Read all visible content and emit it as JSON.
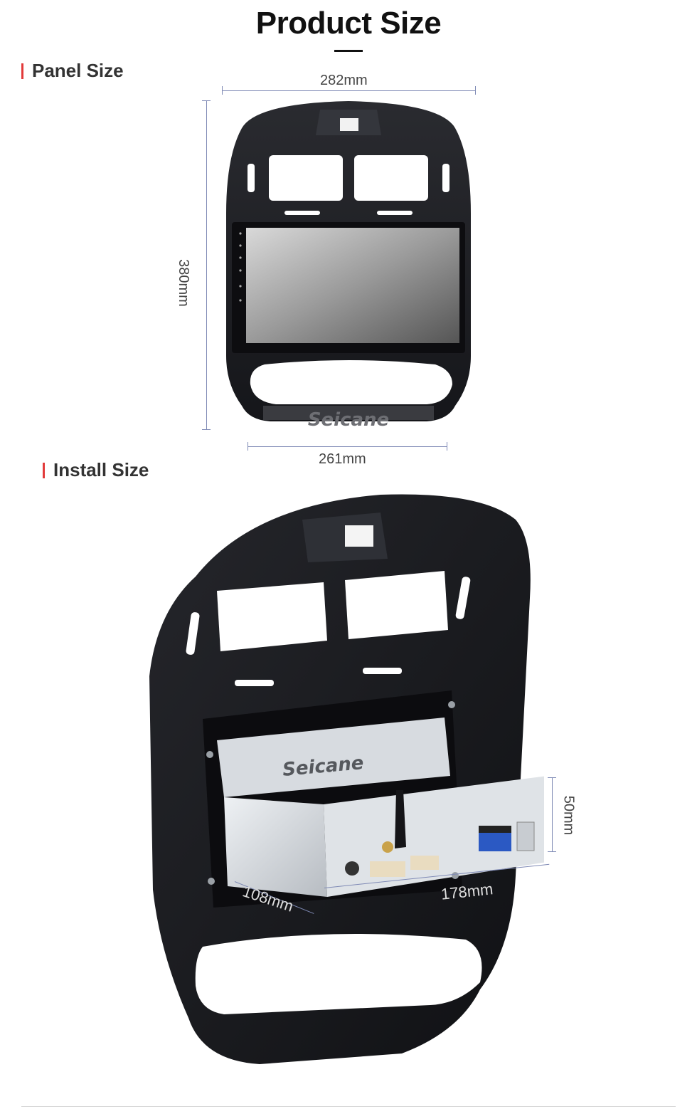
{
  "title": "Product Size",
  "sections": {
    "panel": {
      "label": "Panel Size"
    },
    "install": {
      "label": "Install Size"
    }
  },
  "dimensions": {
    "panel_width_top": "282mm",
    "panel_height": "380mm",
    "panel_width_bottom": "261mm",
    "unit_height": "50mm",
    "unit_width": "178mm",
    "unit_depth": "108mm"
  },
  "brand": "Seicane",
  "colors": {
    "accent": "#e23a3a",
    "dimension_line": "#7f8ab5",
    "panel": "#1c1d22"
  }
}
